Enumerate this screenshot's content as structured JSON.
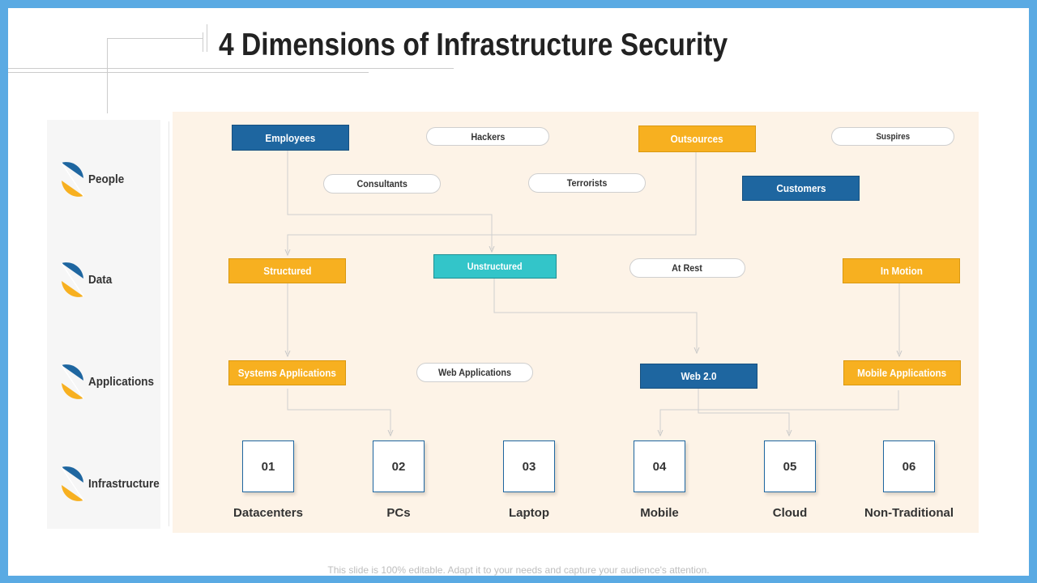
{
  "title": "4 Dimensions of Infrastructure Security",
  "colors": {
    "frame": "#5aaae3",
    "blue": "#1e66a0",
    "orange": "#f7b020",
    "teal": "#33c5c9",
    "panel": "#fdf3e7"
  },
  "rows": [
    {
      "label": "People",
      "icon": "half-circle-split-icon"
    },
    {
      "label": "Data",
      "icon": "half-circle-split-icon"
    },
    {
      "label": "Applications",
      "icon": "half-circle-split-icon"
    },
    {
      "label": "Infrastructure",
      "icon": "half-circle-split-icon"
    }
  ],
  "people": {
    "employees": "Employees",
    "hackers": "Hackers",
    "outsources": "Outsources",
    "suspires": "Suspires",
    "consultants": "Consultants",
    "terrorists": "Terrorists",
    "customers": "Customers"
  },
  "data_row": {
    "structured": "Structured",
    "unstructured": "Unstructured",
    "at_rest": "At Rest",
    "in_motion": "In Motion"
  },
  "applications": {
    "systems": "Systems Applications",
    "web": "Web Applications",
    "web20": "Web 2.0",
    "mobile": "Mobile Applications"
  },
  "infrastructure": [
    {
      "number": "01",
      "label": "Datacenters"
    },
    {
      "number": "02",
      "label": "PCs"
    },
    {
      "number": "03",
      "label": "Laptop"
    },
    {
      "number": "04",
      "label": "Mobile"
    },
    {
      "number": "05",
      "label": "Cloud"
    },
    {
      "number": "06",
      "label": "Non-Traditional"
    }
  ],
  "footer": "This slide is 100% editable. Adapt it to your needs and capture your audience's attention."
}
